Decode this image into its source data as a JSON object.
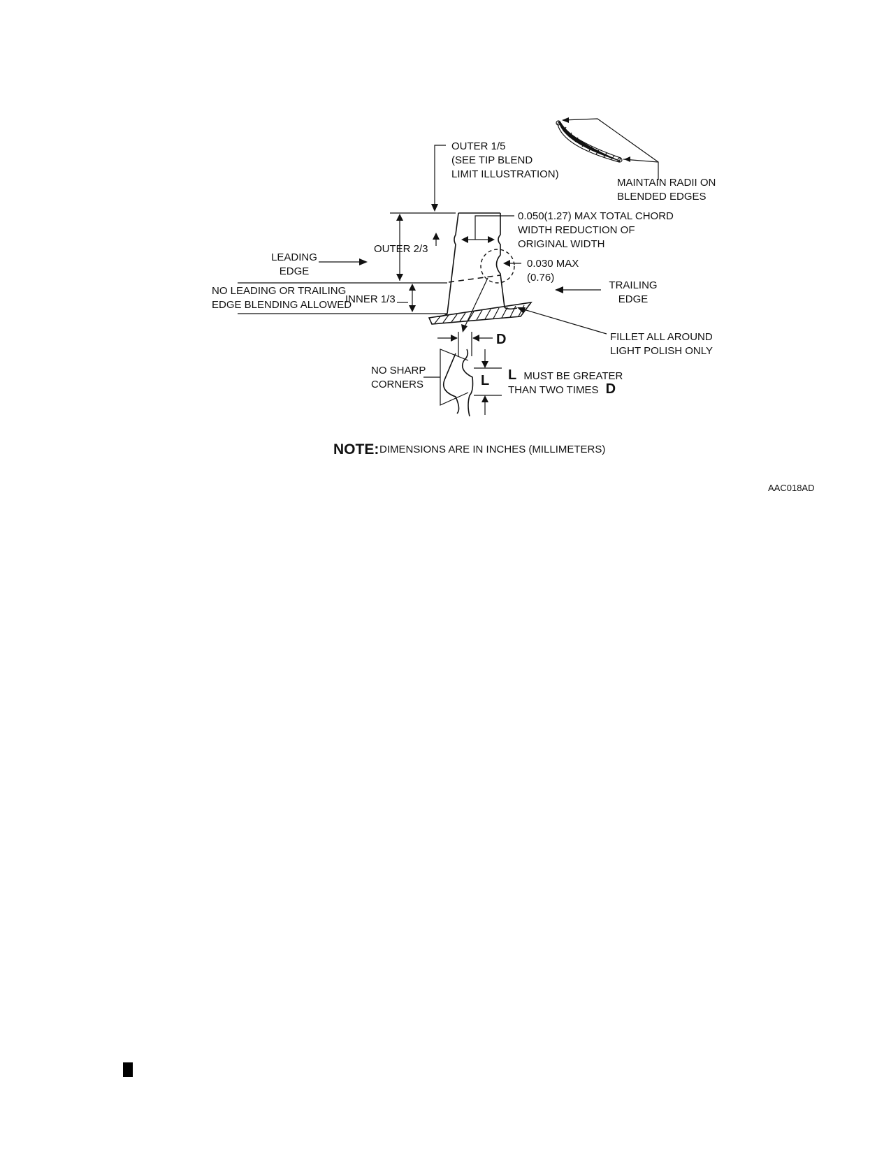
{
  "labels": {
    "outer_fifth": [
      "OUTER 1/5",
      "(SEE TIP BLEND",
      "LIMIT ILLUSTRATION)"
    ],
    "maintain_radii": [
      "MAINTAIN RADII ON",
      "BLENDED EDGES"
    ],
    "chord": [
      "0.050(1.27) MAX TOTAL CHORD",
      "WIDTH REDUCTION OF",
      "ORIGINAL WIDTH"
    ],
    "outer_two_thirds": "OUTER 2/3",
    "leading_edge": [
      "LEADING",
      "EDGE"
    ],
    "max_030": "0.030 MAX",
    "max_030_mm": "(0.76)",
    "trailing_edge": [
      "TRAILING",
      "EDGE"
    ],
    "no_blending": [
      "NO LEADING OR TRAILING",
      "EDGE BLENDING ALLOWED"
    ],
    "inner_third": "INNER 1/3",
    "fillet": [
      "FILLET ALL AROUND",
      "LIGHT POLISH ONLY"
    ],
    "d_symbol": "D",
    "no_sharp": [
      "NO SHARP",
      "CORNERS"
    ],
    "l_symbol": "L",
    "l_rule_1_letter": "L",
    "l_rule_1_text": "MUST BE GREATER",
    "l_rule_2_text": "THAN TWO TIMES",
    "l_rule_2_letter": "D"
  },
  "note": {
    "head": "NOTE:",
    "text": "DIMENSIONS ARE IN INCHES (MILLIMETERS)"
  },
  "figure_id": "AAC018AD"
}
